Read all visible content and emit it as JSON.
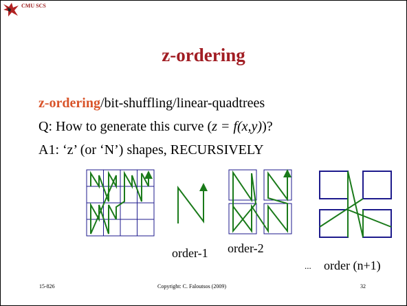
{
  "header": {
    "brand": "CMU SCS",
    "logo_icon": "cmu-scs-dragon-logo-icon"
  },
  "slide": {
    "title": "z-ordering",
    "line1_highlight": "z-ordering",
    "line1_rest": "/bit-shuffling/linear-quadtrees",
    "line2_prefix": "Q: How to generate this curve (",
    "line2_formula": "z = f(x,y)",
    "line2_suffix": ")?",
    "line3": "A1: ‘z’ (or ‘N’) shapes, RECURSIVELY"
  },
  "figures": {
    "order1": "order-1",
    "order2": "order-2",
    "ellipsis": "...",
    "order_n1": "order (n+1)"
  },
  "colors": {
    "title": "#a11d23",
    "highlight": "#d9542a",
    "grid": "#1d1a8c",
    "curve": "#1a7a1a"
  },
  "footer": {
    "course": "15-826",
    "copyright": "Copyright: C. Faloutsos (2009)",
    "page": "32"
  }
}
